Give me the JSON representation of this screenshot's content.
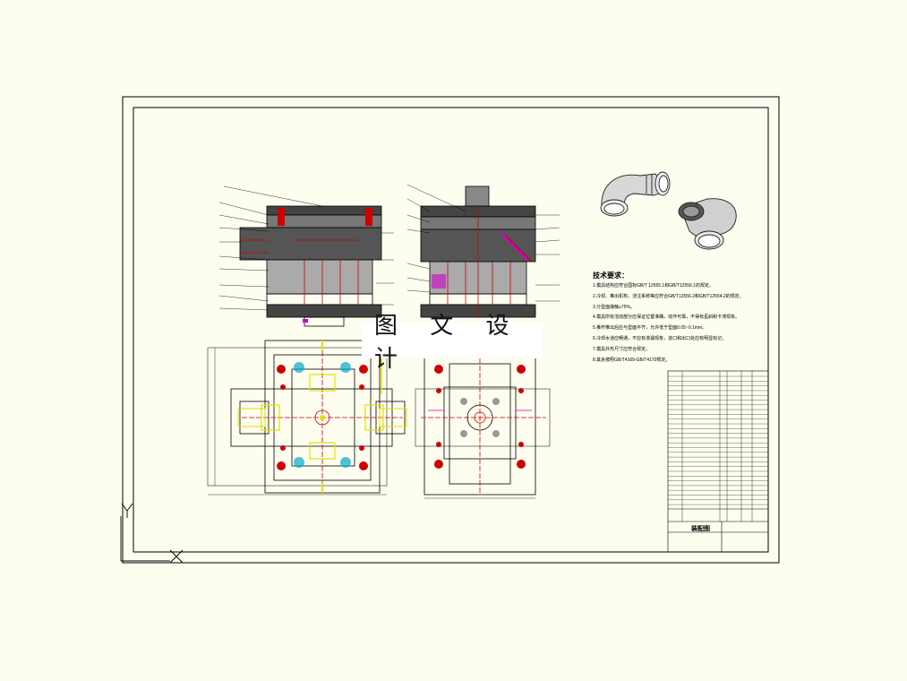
{
  "watermark": "图 文 设 计",
  "tech_notes": {
    "title": "技术要求：",
    "lines": [
      "1.模具结构应符合国标GB/T 12555.1和GB/T12556.1的规定。",
      "2.冷却、推出机构、浇注系统等应符合GB/T12556.2和GB/T12554.2的规定。",
      "3.分型面接触≥75%。",
      "4.模具所有活动部分应保证位置准确，动作可靠，不得有歪斜和卡滞现象。",
      "5.推杆推出后应与型面平齐，允许低于型面0.05~0.1mm。",
      "6.冷却水道应畅通，不应有渗漏现象，进口和出口处应有明显标记。",
      "7.模具外形尺寸应符合规定。",
      "8.其余按照GB/T4169-GB/T4170规定。"
    ]
  },
  "title_block": {
    "drawing_name": "装配图"
  },
  "colors": {
    "background": "#fdfdf0",
    "line": "#000000",
    "red": "#cc0000",
    "yellow": "#e0e000",
    "magenta": "#cc00cc",
    "cyan": "#00aacc"
  },
  "icons": {
    "ucs": "ucs-axis-icon",
    "crosshair": "cursor-crosshair-icon"
  }
}
